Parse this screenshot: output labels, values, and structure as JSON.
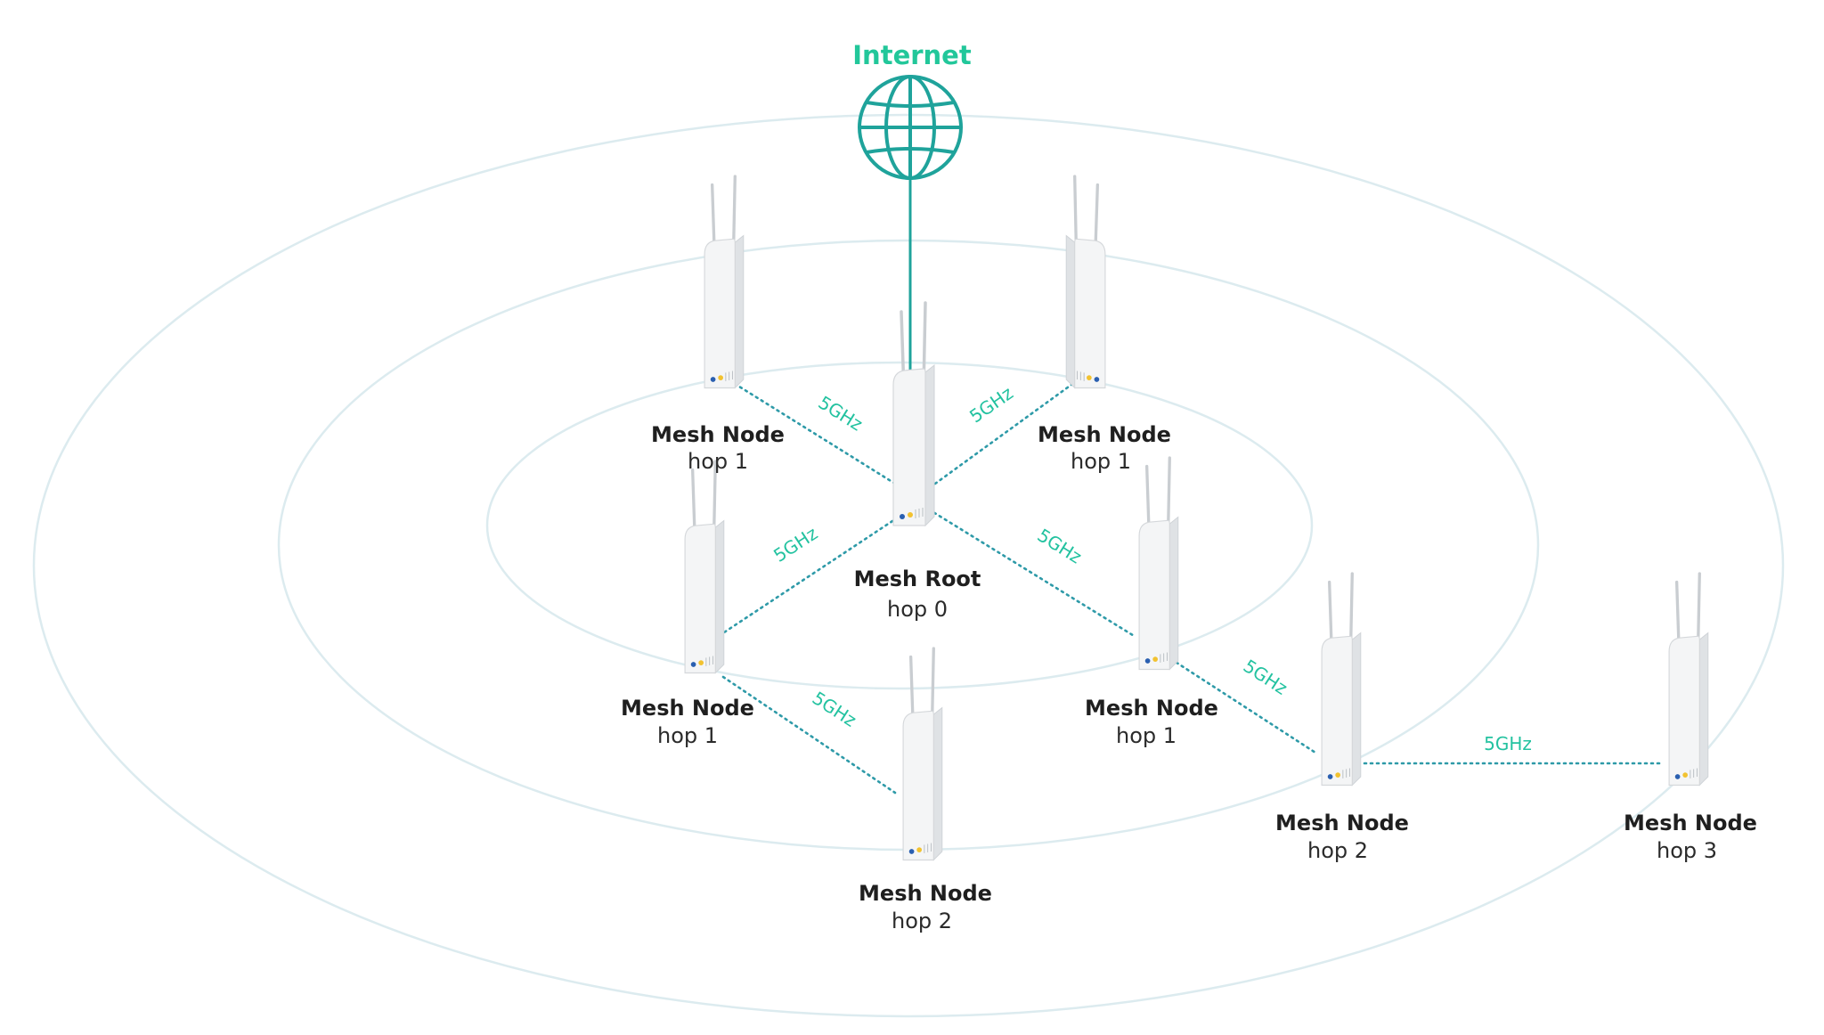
{
  "internet": {
    "label": "Internet",
    "icon": "globe-icon",
    "color": "#22C79A"
  },
  "colors": {
    "link": "#2E9AA8",
    "band_label": "#23C2A0",
    "ring": "#DCEBEF",
    "uplink": "#1FA39B"
  },
  "nodes": [
    {
      "id": "root",
      "title": "Mesh Root",
      "hop": "hop 0",
      "icon": "access-point-icon"
    },
    {
      "id": "n1",
      "title": "Mesh Node",
      "hop": "hop 1",
      "icon": "access-point-icon"
    },
    {
      "id": "n2",
      "title": "Mesh Node",
      "hop": "hop 1",
      "icon": "access-point-icon"
    },
    {
      "id": "n3",
      "title": "Mesh Node",
      "hop": "hop 1",
      "icon": "access-point-icon"
    },
    {
      "id": "n4",
      "title": "Mesh Node",
      "hop": "hop 1",
      "icon": "access-point-icon"
    },
    {
      "id": "n5",
      "title": "Mesh Node",
      "hop": "hop 2",
      "icon": "access-point-icon"
    },
    {
      "id": "n6",
      "title": "Mesh Node",
      "hop": "hop 2",
      "icon": "access-point-icon"
    },
    {
      "id": "n7",
      "title": "Mesh Node",
      "hop": "hop 3",
      "icon": "access-point-icon"
    }
  ],
  "links": [
    {
      "from": "internet",
      "to": "root",
      "type": "wired"
    },
    {
      "from": "root",
      "to": "n1",
      "label": "5GHz"
    },
    {
      "from": "root",
      "to": "n2",
      "label": "5GHz"
    },
    {
      "from": "root",
      "to": "n3",
      "label": "5GHz"
    },
    {
      "from": "root",
      "to": "n4",
      "label": "5GHz"
    },
    {
      "from": "n3",
      "to": "n5",
      "label": "5GHz"
    },
    {
      "from": "n4",
      "to": "n6",
      "label": "5GHz"
    },
    {
      "from": "n6",
      "to": "n7",
      "label": "5GHz"
    }
  ]
}
